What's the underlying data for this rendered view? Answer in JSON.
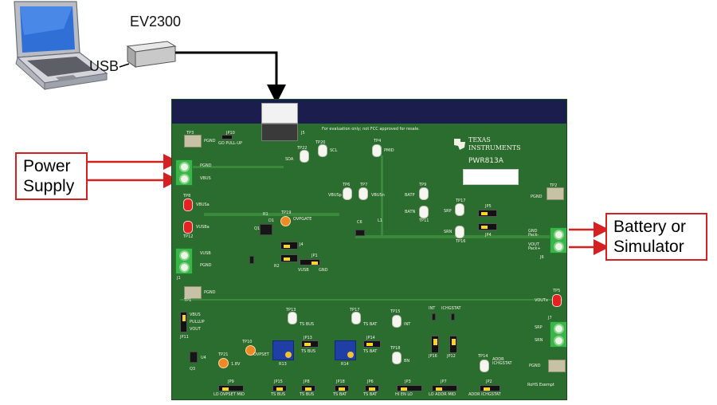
{
  "labels": {
    "ev2300": "EV2300",
    "usb": "USB",
    "power_supply_line1": "Power",
    "power_supply_line2": "Supply",
    "battery_line1": "Battery or",
    "battery_line2": "Simulator"
  },
  "board": {
    "notice": "For evaluation only; not FCC approved for resale.",
    "brand_line1": "TEXAS",
    "brand_line2": "INSTRUMENTS",
    "part_number": "PWR813A",
    "rohs": "RoHS Exempt",
    "silk": {
      "tp3": "TP3",
      "pgnd_tl": "PGND",
      "jp10": "JP10",
      "godpullup": "GO PULL-UP",
      "j5": "J5",
      "tp22": "TP22",
      "sda": "SDA",
      "tp20": "TP20",
      "scl": "SCL",
      "tp4": "TP4",
      "pmid": "PMID",
      "pgnd_j2": "PGND",
      "vbus_j2": "VBUS",
      "tp8": "TP8",
      "vbusa": "VBUSa",
      "tp6": "TP6",
      "vbussp": "VBUSp",
      "tp7": "TP7",
      "vbusn": "VBUSn",
      "tp9": "TP9",
      "batp": "BATP",
      "batn": "BATN",
      "tp11": "TP11",
      "tp17": "TP17",
      "srp": "SRP",
      "srn": "SRN",
      "tp16": "TP16",
      "jp5": "JP5",
      "jp4": "JP4",
      "tp2": "TP2",
      "pgnd_tr": "PGND",
      "gndpack": "GND\nPack-",
      "voutpack": "VOUT\nPack+",
      "j6": "J6",
      "tp19": "TP19",
      "ovpgate": "OVPGATE",
      "vusba": "VUSBa",
      "tp12": "TP12",
      "r1": "R1",
      "q1": "Q1",
      "d1": "D1",
      "vusb": "VUSB",
      "pgnd_j1": "PGND",
      "j1": "J1",
      "j4": "J4",
      "jp1": "JP1",
      "vusb_jp1": "VUSB",
      "gnd_jp1": "GND",
      "tp1": "TP1",
      "pgnd_bl": "PGND",
      "tp5": "TP5",
      "voutx": "VOUTx",
      "j7": "J7",
      "srp_j7": "SRP",
      "srn_j7": "SRN",
      "pgnd_j7": "PGND",
      "vbus_pull": "VBUS",
      "pullup": "PULLUP",
      "vout_pull": "VOUT",
      "jp11": "JP11",
      "tp21": "TP21",
      "v18": "1.8V",
      "tp10": "TP10",
      "ovpset": "OVPSET",
      "r13": "R13",
      "tp13": "TP13",
      "tsbus": "TS BUS",
      "jp13": "JP13",
      "tsbus2": "TS BUS",
      "r14": "R14",
      "tp17b": "TP17",
      "tsbat": "TS BAT",
      "jp14": "JP14",
      "tsbat2": "TS BAT",
      "tp15": "TP15",
      "int": "INT",
      "int2": "INT",
      "ichgstat": "ICHGSTAT",
      "tp18": "TP18",
      "bn": "BN",
      "jp16": "JP16",
      "jp12": "JP12",
      "tp14": "TP14",
      "addr_ichg": "ADDR\nICHGSTAT",
      "jp9": "JP9",
      "lo_ovpset_mid": "LO OVPSET MID",
      "jp15": "JP15",
      "tsbus3": "TS BUS",
      "jp8": "JP8",
      "tsbus4": "TS BUS",
      "jp18": "JP18",
      "tsbat3": "TS BAT",
      "jp6": "JP6",
      "tsbat4": "TS BAT",
      "jp3": "JP3",
      "hi_en_lo": "HI  EN  LO",
      "jp7": "JP7",
      "lo_addr_mid": "LO ADDR MID",
      "jp2": "JP2",
      "addr_ichgstat": "ADDR  ICHGSTAT",
      "u4": "U4",
      "q3": "Q3",
      "r2": "R2",
      "c6": "C6",
      "l1": "L1"
    }
  },
  "colors": {
    "board": "#2b6d2e",
    "board_strip": "#1b1d4c",
    "callout_border": "#d42020",
    "arrow_red": "#d42020",
    "cable": "#000000",
    "terminal": "#39b54a"
  }
}
